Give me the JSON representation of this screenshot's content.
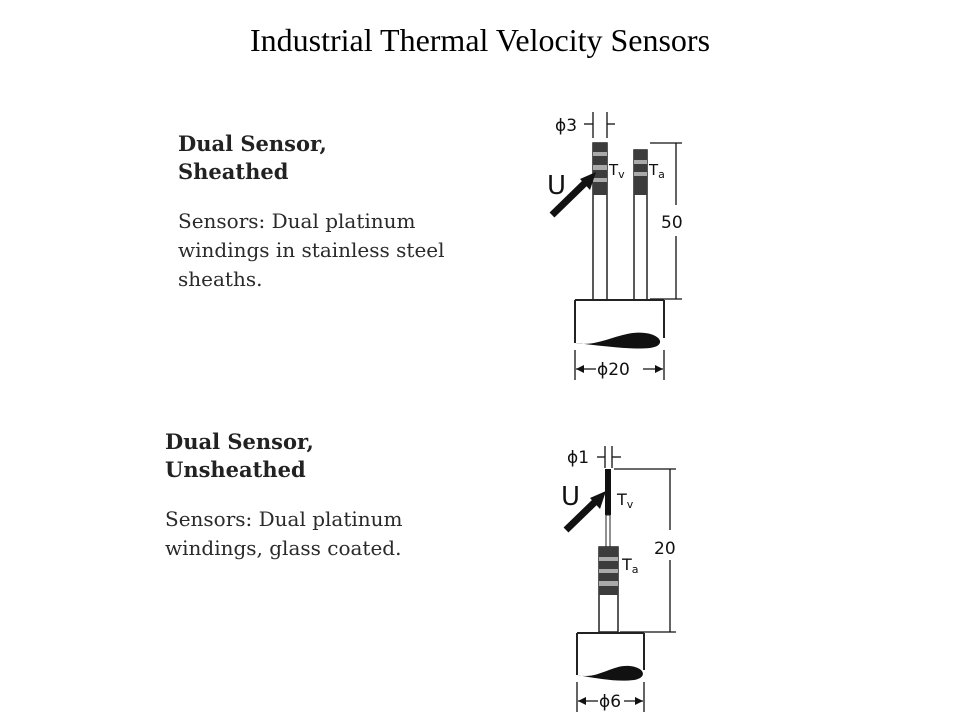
{
  "title": "Industrial Thermal Velocity Sensors",
  "sections": [
    {
      "heading_line1": "Dual Sensor,",
      "heading_line2": "Sheathed",
      "desc_lines": [
        "Sensors: Dual platinum",
        "windings in stainless steel",
        "sheaths."
      ],
      "figure": {
        "diameter_top": "ϕ3",
        "flow_label": "U",
        "tv_main": "T",
        "tv_sub": "v",
        "ta_main": "T",
        "ta_sub": "a",
        "length": "50",
        "diameter_base": "ϕ20"
      }
    },
    {
      "heading_line1": "Dual Sensor,",
      "heading_line2": "Unsheathed",
      "desc_lines": [
        "Sensors: Dual platinum",
        "windings, glass coated."
      ],
      "figure": {
        "diameter_top": "ϕ1",
        "flow_label": "U",
        "tv_main": "T",
        "tv_sub": "v",
        "ta_main": "T",
        "ta_sub": "a",
        "length": "20",
        "diameter_base": "ϕ6"
      }
    }
  ]
}
